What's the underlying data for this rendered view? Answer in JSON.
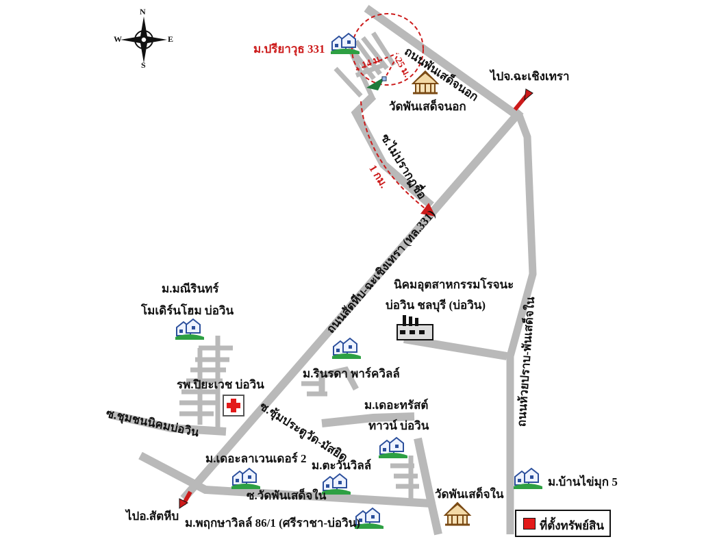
{
  "compass": {
    "n": "N",
    "s": "S",
    "e": "E",
    "w": "W"
  },
  "labels": {
    "village_331": "ม.ปรียาวุธ 331",
    "to_chachoengsao": "ไปจ.ฉะเชิงเทรา",
    "wat_phanset_nok": "วัดพันเสด็จนอก",
    "road_phanset_nok": "ถนนพันเสด็จนอก",
    "soi_mai_prakot_chue": "ซ.ไม่ปรากฏชื่อ",
    "dist_1km": "1 กม.",
    "dist_14m": "14 ม.",
    "dist_25m": "25 ม.",
    "road_331": "ถนนสัตหีบ-ฉะเชิงเทรา (ทล.331)",
    "industrial_1": "นิคมอุตสาหกรรมโรจนะ",
    "industrial_2": "บ่อวิน ชลบุรี (บ่อวิน)",
    "manirin_1": "ม.มณีรินทร์",
    "manirin_2": "โมเดิร์นโฮม บ่อวิน",
    "rinrada": "ม.รินรดา พาร์ควิลล์",
    "hospital": "รพ.ปิยะเวช บ่อวิน",
    "soi_chumchon": "ซ.ชุมชนนิคมบ่อวิน",
    "soi_pratu": "ซ.ซุ้มประตูวัด-มัสยิด",
    "trust_1": "ม.เดอะทรัสต์",
    "trust_2": "ทาวน์ บ่อวิน",
    "road_huai_prap": "ถนนห้วยปราบ-พันเสด็จใน",
    "lavender": "ม.เดอะลาเวนเดอร์ 2",
    "tawan": "ม.ตะวันวิลล์",
    "ban_khai_muk": "ม.บ้านไข่มุก 5",
    "wat_phanset_nai": "วัดพันเสด็จใน",
    "soi_wat_phanset_nai": "ซ.วัดพันเสด็จใน",
    "to_sattahip": "ไปอ.สัตหีบ",
    "pruksa": "ม.พฤกษาวิลล์ 86/1 (ศรีราชา-บ่อวิน)"
  },
  "legend": {
    "text": "ที่ตั้งทรัพย์สิน",
    "swatch_color": "#e31a1a"
  },
  "colors": {
    "road": "#b9b9b9",
    "red": "#cc1a1a",
    "house_blue": "#2b4f9c",
    "lawn": "#2ea043"
  }
}
